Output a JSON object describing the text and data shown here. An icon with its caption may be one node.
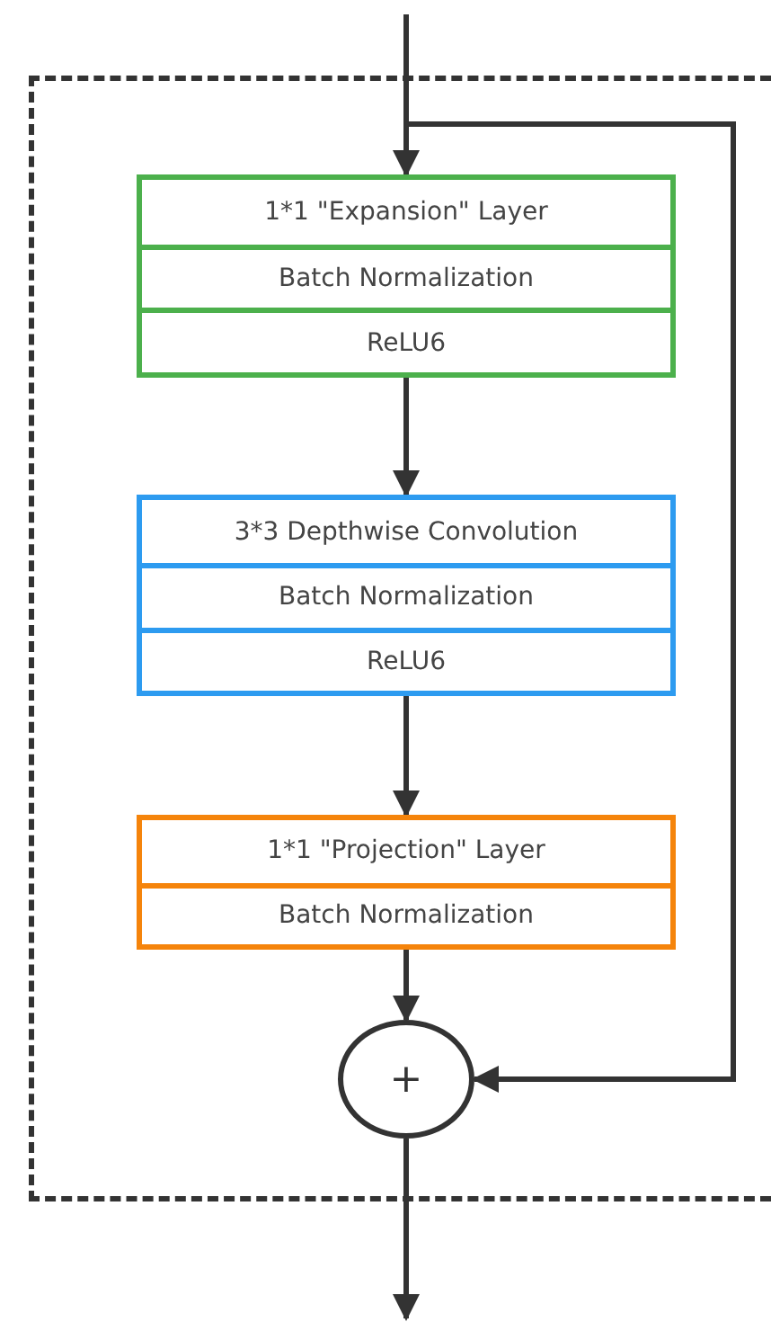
{
  "diagram": {
    "nodes": [
      {
        "text": [],
        "shape": "box"
      },
      {
        "text": [
          "1*1 \"Expansion\" Layer",
          "Batch Normalization",
          "ReLU6"
        ],
        "in": 0
      },
      {
        "text": [
          "3*3 Depthwise Convolution",
          "Batch Normalization",
          "ReLU6"
        ],
        "in": 0
      },
      {
        "text": [
          "1*1 \"Projection\" Layer",
          "Batch Normalization"
        ],
        "in": 0
      },
      {
        "text": [
          "+"
        ],
        "in": 0
      }
    ],
    "edges": [
      {
        "from": null,
        "to": 1,
        "arrow": "to"
      },
      {
        "from": null,
        "to": 4,
        "arrow": "to"
      },
      {
        "from": 1,
        "to": 2,
        "arrow": "to"
      },
      {
        "from": 2,
        "to": 3,
        "arrow": "to"
      },
      {
        "from": 3,
        "to": 4,
        "arrow": "to"
      },
      {
        "from": 4,
        "to": null,
        "arrow": "to"
      }
    ]
  }
}
